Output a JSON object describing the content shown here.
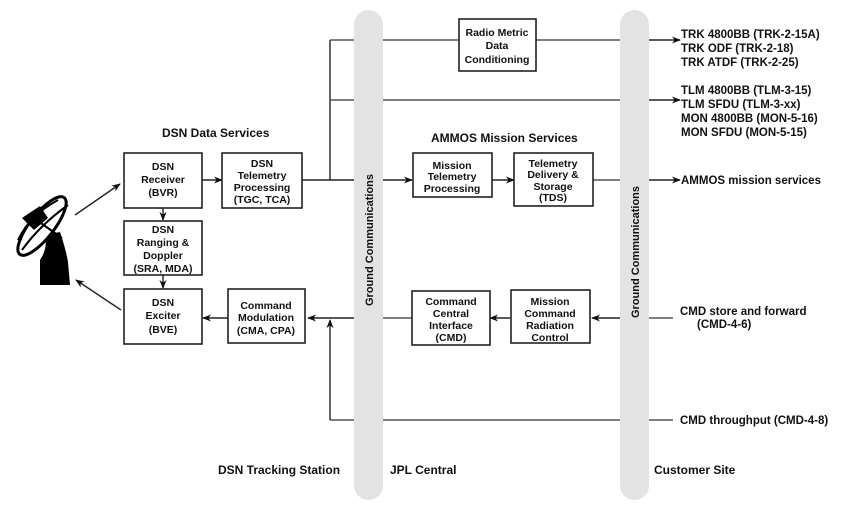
{
  "diagram": {
    "ground_comms_label": "Ground Communications",
    "section_headers": {
      "dsn_data_services": "DSN Data Services",
      "ammos_mission_services": "AMMOS Mission Services"
    },
    "zones": {
      "dsn_tracking_station": "DSN Tracking Station",
      "jpl_central": "JPL Central",
      "customer_site": "Customer Site"
    },
    "boxes": {
      "dsn_receiver": [
        "DSN",
        "Receiver",
        "(BVR)"
      ],
      "dsn_telemetry": [
        "DSN",
        "Telemetry",
        "Processing",
        "(TGC, TCA)"
      ],
      "dsn_ranging": [
        "DSN",
        "Ranging &",
        "Doppler",
        "(SRA, MDA)"
      ],
      "dsn_exciter": [
        "DSN",
        "Exciter",
        "(BVE)"
      ],
      "command_modulation": [
        "Command",
        "Modulation",
        "(CMA, CPA)"
      ],
      "radio_metric": [
        "Radio Metric",
        "Data",
        "Conditioning"
      ],
      "mission_telemetry": [
        "Mission",
        "Telemetry",
        "Processing"
      ],
      "telemetry_delivery": [
        "Telemetry",
        "Delivery &",
        "Storage",
        "(TDS)"
      ],
      "command_central": [
        "Command",
        "Central",
        "Interface",
        "(CMD)"
      ],
      "mission_command": [
        "Mission",
        "Command",
        "Radiation",
        "Control"
      ]
    },
    "outputs": {
      "trk": [
        "TRK 4800BB (TRK-2-15A)",
        "TRK ODF (TRK-2-18)",
        "TRK ATDF (TRK-2-25)"
      ],
      "tlm_mon": [
        "TLM 4800BB (TLM-3-15)",
        "TLM SFDU (TLM-3-xx)",
        "MON 4800BB (MON-5-16)",
        "MON SFDU (MON-5-15)"
      ],
      "ammos": [
        "AMMOS mission services"
      ],
      "cmd_store": [
        "CMD store and forward",
        "(CMD-4-6)"
      ],
      "cmd_throughput": [
        "CMD throughput (CMD-4-8)"
      ]
    },
    "icons": {
      "antenna": "dish-antenna-icon"
    }
  }
}
